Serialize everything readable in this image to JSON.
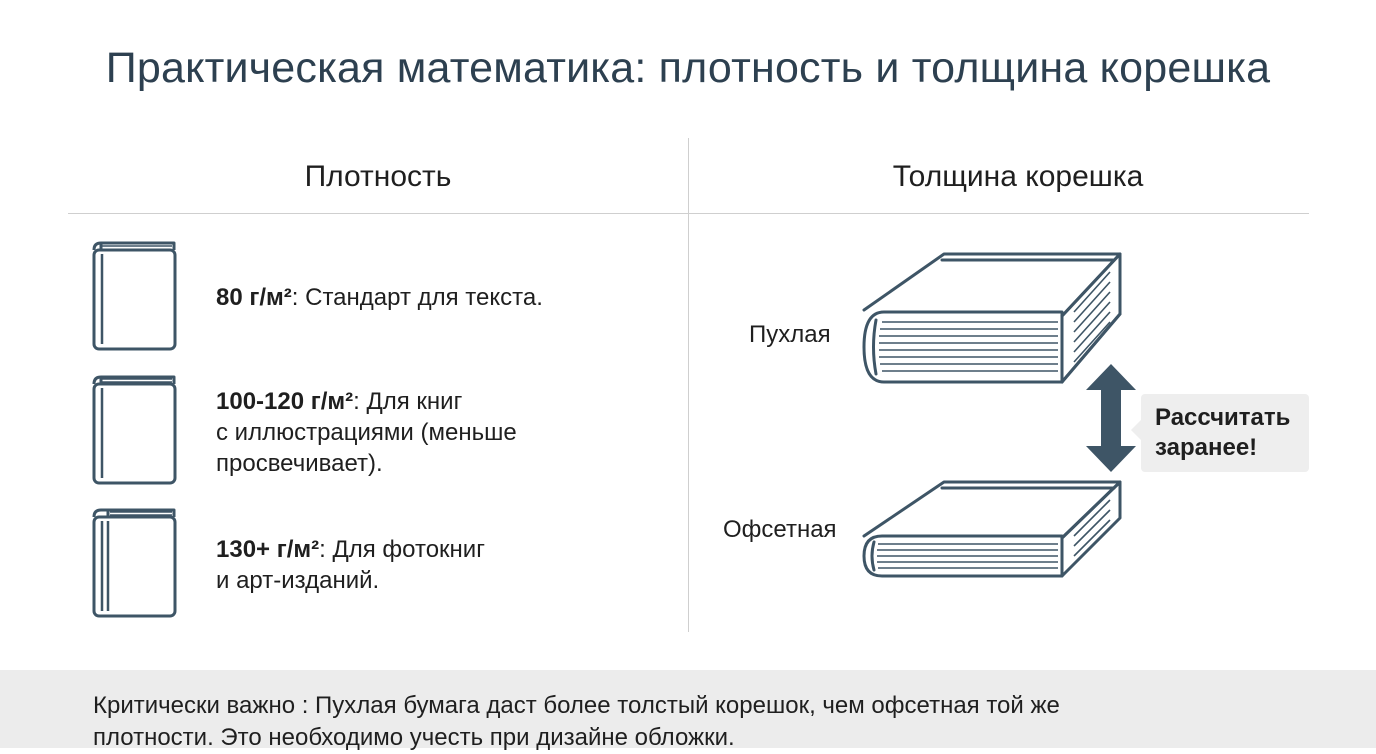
{
  "title": "Практическая математика: плотность и толщина корешка",
  "columns": {
    "left_heading": "Плотность",
    "right_heading": "Толщина корешка"
  },
  "density_items": [
    {
      "icon": "hardcover-book-icon",
      "value": "80 г/м²",
      "lines": [
        ": Стандарт для текста."
      ]
    },
    {
      "icon": "hardcover-book-icon",
      "value": "100-120 г/м²",
      "lines": [
        ": Для книг",
        "с иллюстрациями (меньше",
        "просвечивает)."
      ]
    },
    {
      "icon": "thick-spine-book-icon",
      "value": "130+ г/м²",
      "lines": [
        ": Для фотокниг",
        "и арт-изданий."
      ]
    }
  ],
  "spine": {
    "bulky_label": "Пухлая",
    "offset_label": "Офсетная",
    "callout_lines": [
      "Рассчитать",
      "заранее!"
    ],
    "arrow_icon": "double-arrow-vertical-icon"
  },
  "footer": {
    "lines": [
      "Критически важно : Пухлая бумага даст более толстый корешок, чем офсетная той же",
      "плотности. Это необходимо учесть при дизайне обложки."
    ]
  },
  "colors": {
    "icon_stroke": "#3e5566",
    "arrow_fill": "#3e5566",
    "title": "#2d4050",
    "footer_bg": "#ececec",
    "callout_bg": "#eeeeee"
  }
}
